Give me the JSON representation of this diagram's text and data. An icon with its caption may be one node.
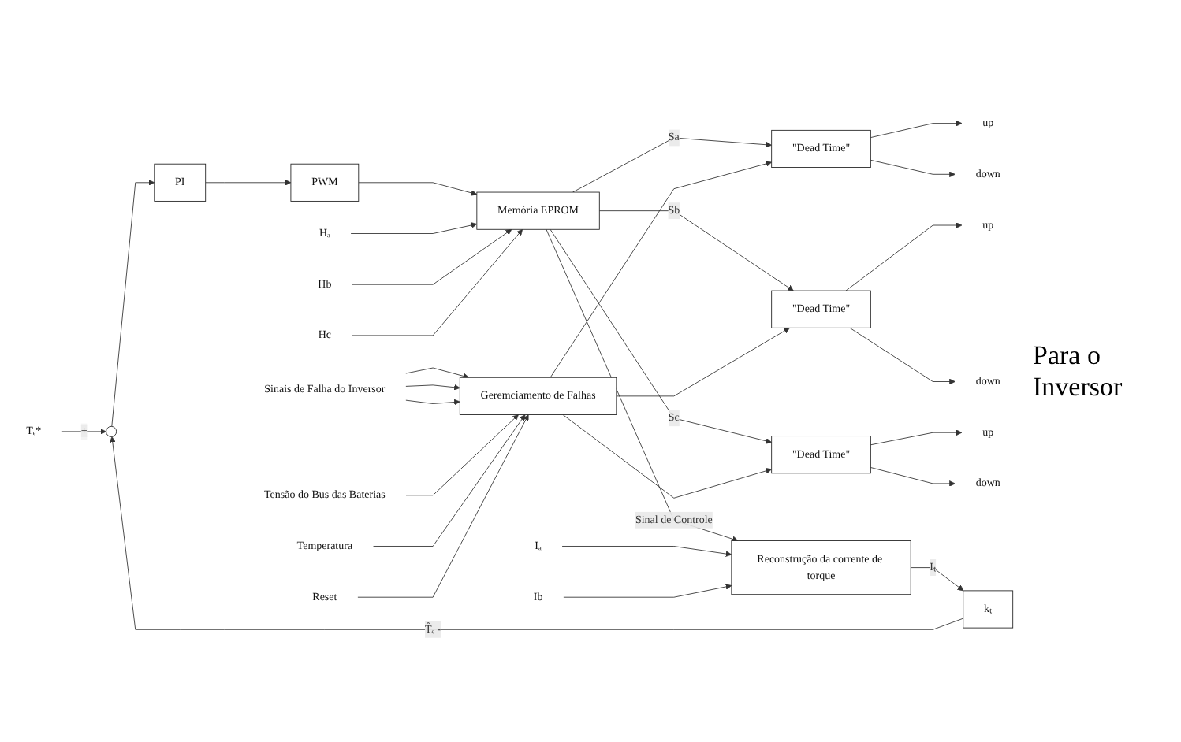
{
  "diagram": {
    "nodes": [
      {
        "text": [
          "Tₑ*"
        ]
      },
      {
        "text": [],
        "shape": "circle"
      },
      {
        "text": [
          "PI"
        ]
      },
      {
        "text": [
          "PWM"
        ]
      },
      {
        "text": [
          "Memória EPROM"
        ]
      },
      {
        "text": [
          "Hₐ"
        ]
      },
      {
        "text": [
          "Hb"
        ]
      },
      {
        "text": [
          "Hc"
        ]
      },
      {
        "text": [
          "\"Dead Time\""
        ]
      },
      {
        "text": [
          "\"Dead Time\""
        ]
      },
      {
        "text": [
          "\"Dead Time\""
        ]
      },
      {
        "text": [
          "up"
        ]
      },
      {
        "text": [
          "down"
        ]
      },
      {
        "text": [
          "up"
        ]
      },
      {
        "text": [
          "down"
        ]
      },
      {
        "text": [
          "up"
        ]
      },
      {
        "text": [
          "down"
        ]
      },
      {
        "text": [
          "kₜ"
        ]
      },
      {
        "text": [
          "Reconstrução da corrente de torque"
        ]
      },
      {
        "text": [
          "Iₐ"
        ]
      },
      {
        "text": [
          "Ib"
        ]
      },
      {
        "text": [
          "Geremciamento de Falhas"
        ]
      },
      {
        "text": [
          "Sinais de Falha do Inversor"
        ]
      },
      {
        "text": [
          "Tensão do Bus das Baterias"
        ]
      },
      {
        "text": [
          "Temperatura"
        ]
      },
      {
        "text": [
          "Reset"
        ]
      }
    ],
    "edges": [
      {
        "from": 0,
        "to": 1,
        "arrow": "to",
        "label": "+"
      },
      {
        "from": 1,
        "to": 2,
        "arrow": "to"
      },
      {
        "from": 2,
        "to": 3,
        "arrow": "to"
      },
      {
        "from": 3,
        "to": 4,
        "arrow": "to"
      },
      {
        "from": 5,
        "to": 4,
        "arrow": "to"
      },
      {
        "from": 6,
        "to": 4,
        "arrow": "to"
      },
      {
        "from": 7,
        "to": 4,
        "arrow": "to"
      },
      {
        "from": 4,
        "to": 8,
        "arrow": "to",
        "label": "Sa"
      },
      {
        "from": 4,
        "to": 9,
        "arrow": "to",
        "label": "Sb"
      },
      {
        "from": 4,
        "to": 10,
        "arrow": "to",
        "label": "Sc"
      },
      {
        "from": 8,
        "to": 11,
        "arrow": "to"
      },
      {
        "from": 8,
        "to": 12,
        "arrow": "to"
      },
      {
        "from": 9,
        "to": 13,
        "arrow": "to"
      },
      {
        "from": 9,
        "to": 14,
        "arrow": "to"
      },
      {
        "from": 10,
        "to": 15,
        "arrow": "to"
      },
      {
        "from": 10,
        "to": 16,
        "arrow": "to"
      },
      {
        "from": 4,
        "to": 18,
        "arrow": "to",
        "label": "Sinal de Controle"
      },
      {
        "from": 18,
        "to": 17,
        "arrow": "to",
        "label": "Iₜ"
      },
      {
        "from": 17,
        "to": 1,
        "arrow": "to",
        "label": "T̂ₑ -"
      },
      {
        "from": 19,
        "to": 18,
        "arrow": "to"
      },
      {
        "from": 20,
        "to": 18,
        "arrow": "to"
      },
      {
        "from": 21,
        "to": 8,
        "arrow": "to"
      },
      {
        "from": 21,
        "to": 9,
        "arrow": "to"
      },
      {
        "from": 21,
        "to": 10,
        "arrow": "to"
      },
      {
        "from": 22,
        "to": 21,
        "arrow": "to"
      },
      {
        "from": 22,
        "to": 21,
        "arrow": "to"
      },
      {
        "from": 22,
        "to": 21,
        "arrow": "to"
      },
      {
        "from": 23,
        "to": 21,
        "arrow": "to"
      },
      {
        "from": 24,
        "to": 21,
        "arrow": "to"
      },
      {
        "from": 25,
        "to": 21,
        "arrow": "to"
      }
    ],
    "labels": [
      "Para o Inversor"
    ]
  }
}
